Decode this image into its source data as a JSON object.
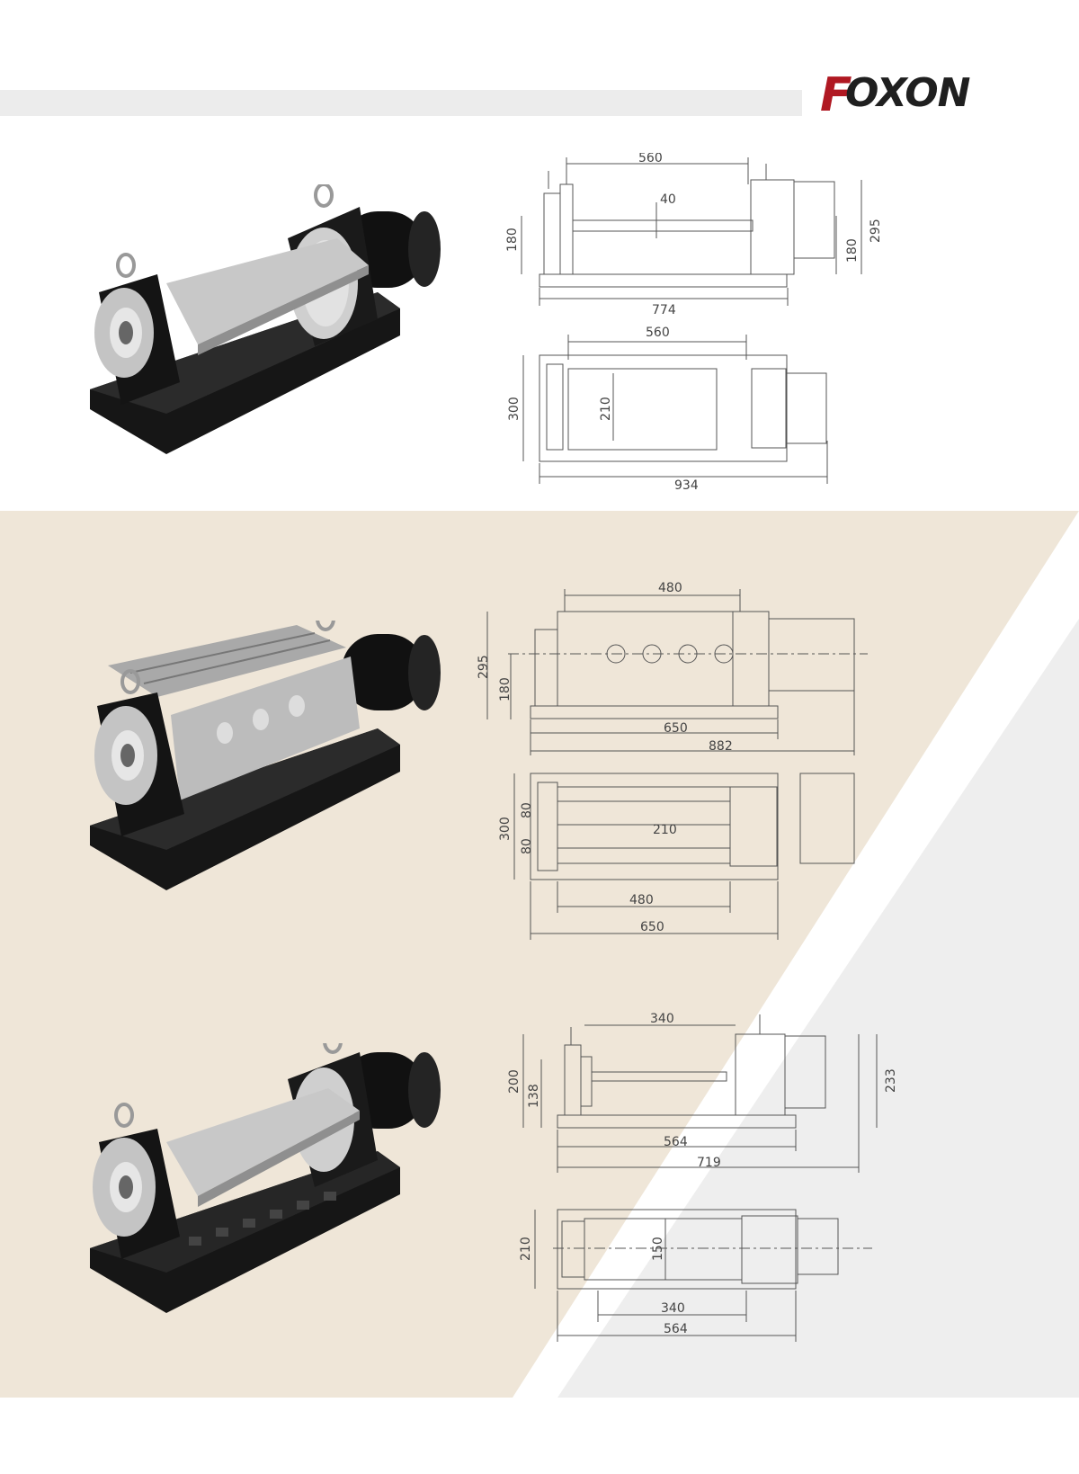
{
  "brand": {
    "logo_text": "FOXON",
    "logo_initial": "F",
    "logo_rest": "OXON",
    "colors": {
      "initial": "#b01822",
      "rest": "#1f1f1f"
    }
  },
  "colors": {
    "top_band": "#ececec",
    "lower_background": "#efe6d8",
    "lower_grey": "#eeeeee",
    "machine_body": "#161616",
    "machine_plate": "#b9b9b9",
    "drawing_line": "#555555"
  },
  "drawings": {
    "d1_front": {
      "dims": [
        "560",
        "40",
        "180",
        "180",
        "295",
        "774"
      ]
    },
    "d1_top": {
      "dims": [
        "560",
        "300",
        "210",
        "934"
      ]
    },
    "d2_front": {
      "dims": [
        "480",
        "295",
        "180",
        "650",
        "882"
      ]
    },
    "d2_top": {
      "dims": [
        "300",
        "80",
        "80",
        "210",
        "480",
        "650"
      ]
    },
    "d3_front": {
      "dims": [
        "340",
        "200",
        "138",
        "233",
        "564",
        "719"
      ]
    },
    "d3_top": {
      "dims": [
        "210",
        "150",
        "340",
        "564"
      ]
    }
  }
}
